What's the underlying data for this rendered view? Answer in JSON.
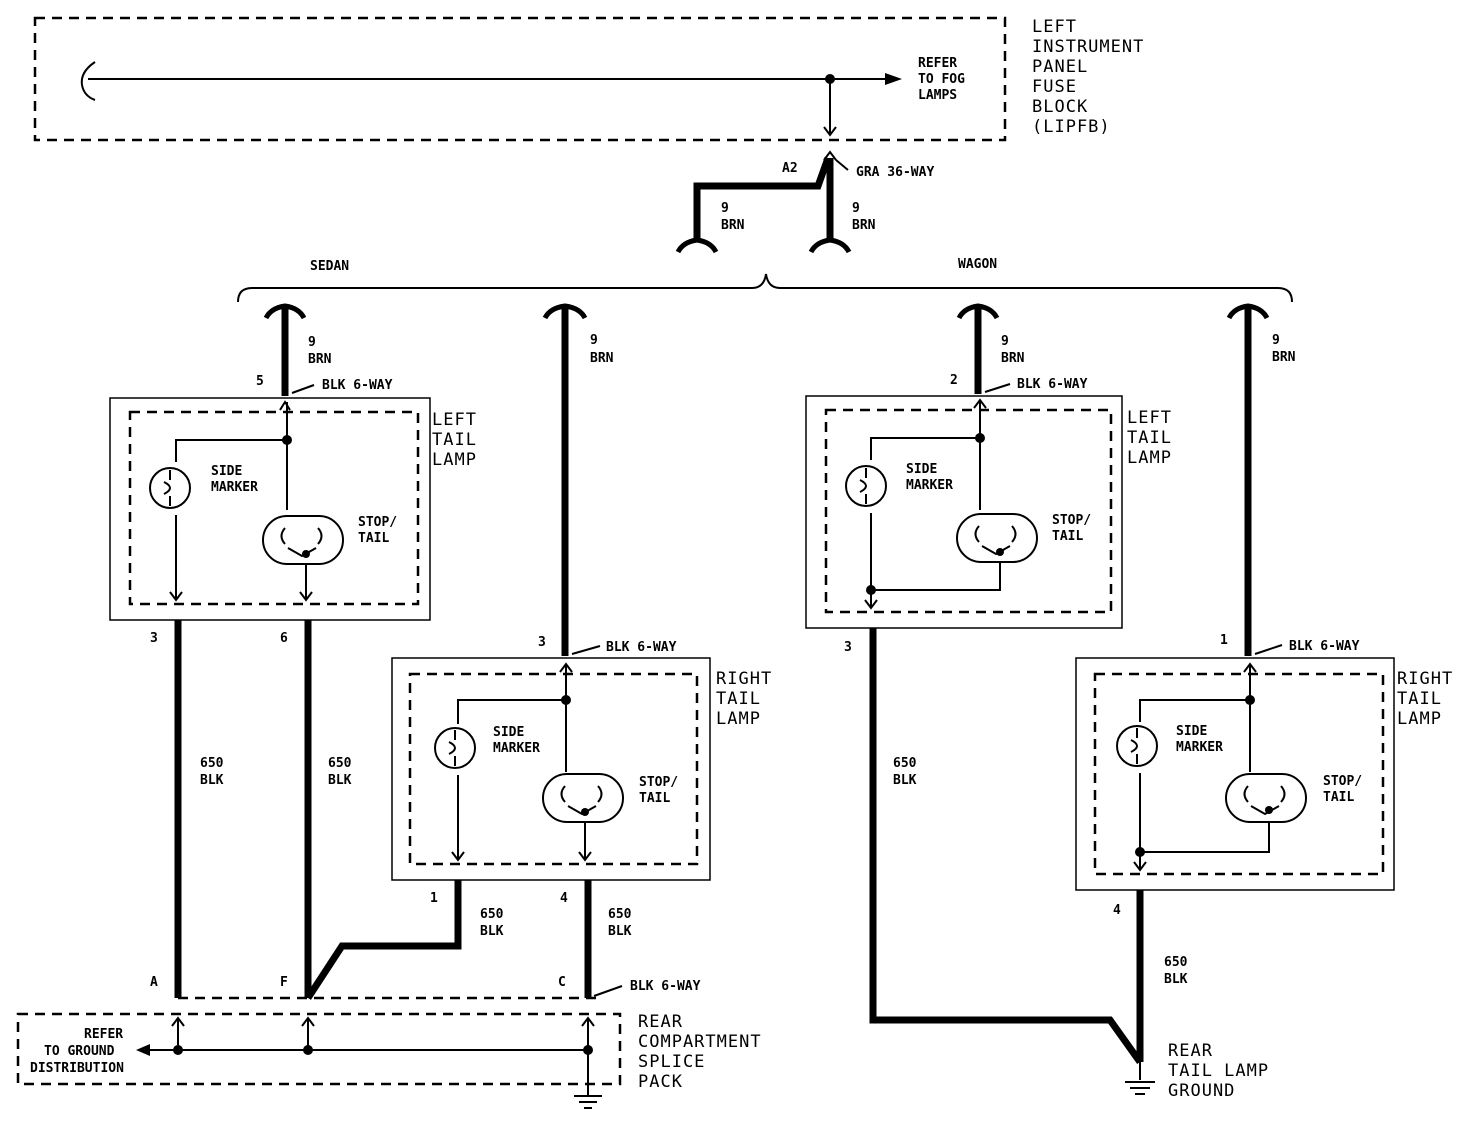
{
  "fuse_block": {
    "refer_line1": "REFER",
    "refer_line2": "TO FOG",
    "refer_line3": "LAMPS",
    "name_line1": "LEFT",
    "name_line2": "INSTRUMENT",
    "name_line3": "PANEL",
    "name_line4": "FUSE",
    "name_line5": "BLOCK",
    "name_line6": "(LIPFB)",
    "pin": "A2",
    "connector": "GRA 36-WAY"
  },
  "wires": {
    "brn_num": "9",
    "brn_color": "BRN",
    "blk_num": "650",
    "blk_color": "BLK"
  },
  "variants": {
    "sedan": "SEDAN",
    "wagon": "WAGON"
  },
  "lamps": {
    "left_l1": "LEFT",
    "right_l1": "RIGHT",
    "tail_l2": "TAIL",
    "lamp_l3": "LAMP",
    "side_l1": "SIDE",
    "side_l2": "MARKER",
    "stop_l1": "STOP/",
    "stop_l2": "TAIL",
    "connector": "BLK 6-WAY"
  },
  "pins": {
    "sedan_left_in": "5",
    "sedan_left_out1": "3",
    "sedan_left_out2": "6",
    "sedan_right_in": "3",
    "sedan_right_out1": "1",
    "sedan_right_out2": "4",
    "wagon_left_in": "2",
    "wagon_left_out": "3",
    "wagon_right_in": "1",
    "wagon_right_out": "4",
    "splice_a": "A",
    "splice_f": "F",
    "splice_c": "C"
  },
  "splice": {
    "refer_line1": "REFER",
    "refer_line2": "TO GROUND",
    "refer_line3": "DISTRIBUTION",
    "name_line1": "REAR",
    "name_line2": "COMPARTMENT",
    "name_line3": "SPLICE",
    "name_line4": "PACK",
    "connector": "BLK 6-WAY"
  },
  "ground": {
    "line1": "REAR",
    "line2": "TAIL LAMP",
    "line3": "GROUND"
  }
}
